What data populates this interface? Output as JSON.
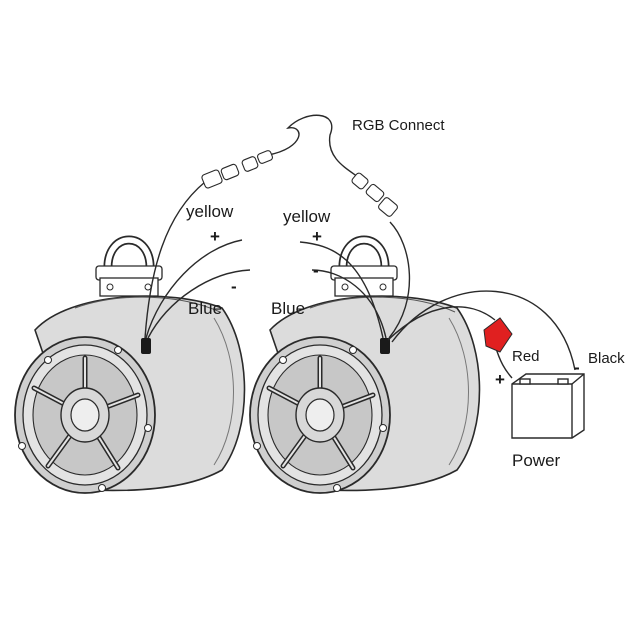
{
  "labels": {
    "rgb_connect": "RGB Connect",
    "left_yellow": "yellow",
    "left_plus": "+",
    "left_minus": "-",
    "left_blue": "Blue",
    "right_yellow": "yellow",
    "right_plus": "+",
    "right_minus": "-",
    "right_blue": "Blue",
    "red": "Red",
    "black": "Black",
    "battery_plus": "+",
    "battery_minus": "-",
    "power": "Power"
  },
  "colors": {
    "line": "#2a2a2a",
    "fuse": "#e02020"
  }
}
